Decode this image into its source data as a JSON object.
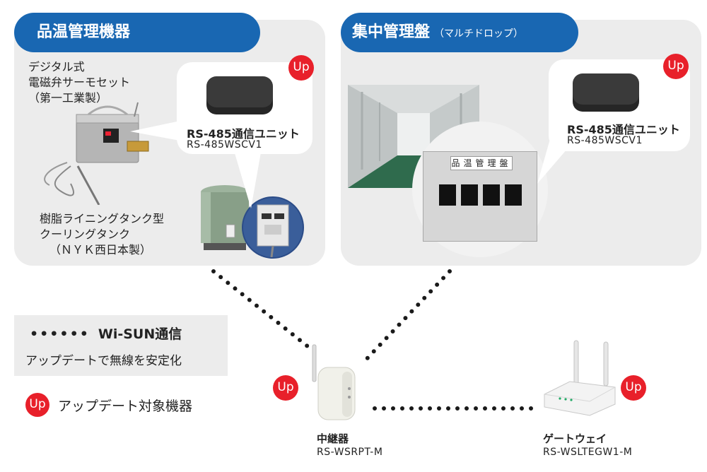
{
  "colors": {
    "panel_bg": "#ececec",
    "title_bg": "#1967b2",
    "up_badge": "#e8202a",
    "dots": "#1a1a1a"
  },
  "up_label": "Up",
  "left_panel": {
    "title": "品温管理機器",
    "thermostat": {
      "line1": "デジタル式",
      "line2": "電磁弁サーモセット",
      "line3": "（第一工業製）"
    },
    "tank": {
      "line1": "樹脂ライニングタンク型",
      "line2": "クーリングタンク",
      "line3": "（ＮＹＫ西日本製）"
    },
    "unit": {
      "name": "RS-485通信ユニット",
      "model": "RS-485WSCV1"
    }
  },
  "right_panel": {
    "title": "集中管理盤",
    "subtitle": "（マルチドロップ）",
    "panel_label": "品温管理盤",
    "unit": {
      "name": "RS-485通信ユニット",
      "model": "RS-485WSCV1"
    }
  },
  "legend": {
    "wisun": "Wi-SUN通信",
    "wisun_dots": "••••••",
    "update_note": "アップデートで無線を安定化",
    "target_label": "アップデート対象機器"
  },
  "repeater": {
    "name": "中継器",
    "model": "RS-WSRPT-M"
  },
  "gateway": {
    "name": "ゲートウェイ",
    "model": "RS-WSLTEGW1-M"
  }
}
